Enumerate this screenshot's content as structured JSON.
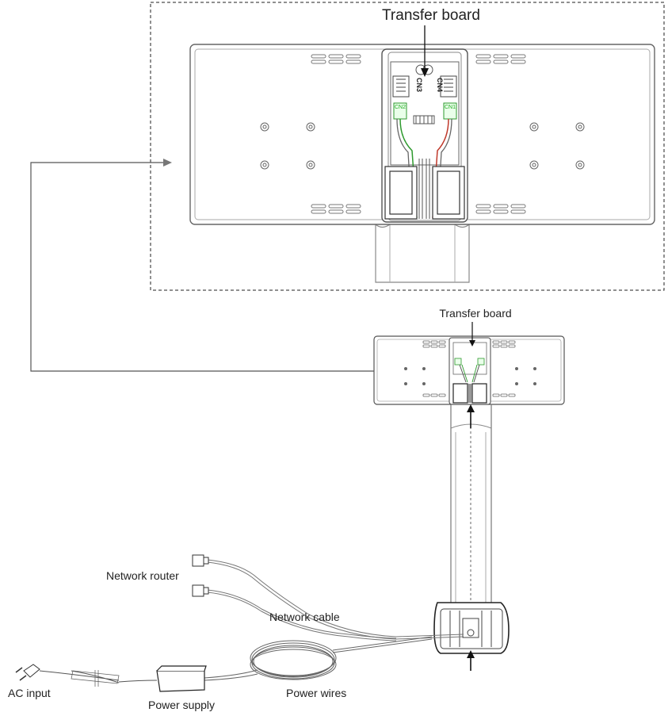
{
  "labels": {
    "transfer_board_top": "Transfer board",
    "transfer_board_bottom": "Transfer board",
    "cn3": "CN3",
    "cn4": "CN4",
    "cn2": "CN2",
    "cn1": "CN1",
    "network_router": "Network router",
    "network_cable": "Network cable",
    "power_wires": "Power wires",
    "power_supply": "Power supply",
    "ac_input": "AC input"
  },
  "colors": {
    "line": "#444444",
    "light": "#888888",
    "green_wire": "#2e9a2e",
    "red_wire": "#c0392b"
  }
}
